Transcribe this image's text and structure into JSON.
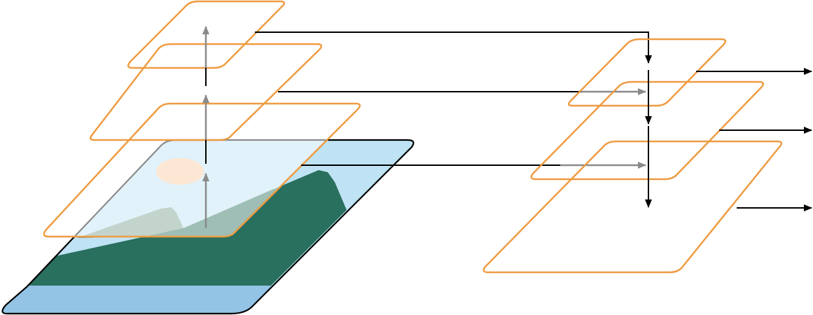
{
  "diagram": {
    "kind": "feature-pyramid",
    "input": {
      "icon": "landscape-image-icon",
      "colors": {
        "sky": "#bfe3f4",
        "sun": "#f8c9a0",
        "mountain": "#29705e",
        "distant_mountain": "#7aa08e",
        "water": "#93c4e5",
        "outline": "#000000"
      }
    },
    "bottom_up_levels": 3,
    "top_down_levels": 3,
    "outputs": 3,
    "colors": {
      "feature_map": "#ee9c43",
      "arrow_dark": "#000000",
      "arrow_gray": "#8a8a8a"
    }
  }
}
